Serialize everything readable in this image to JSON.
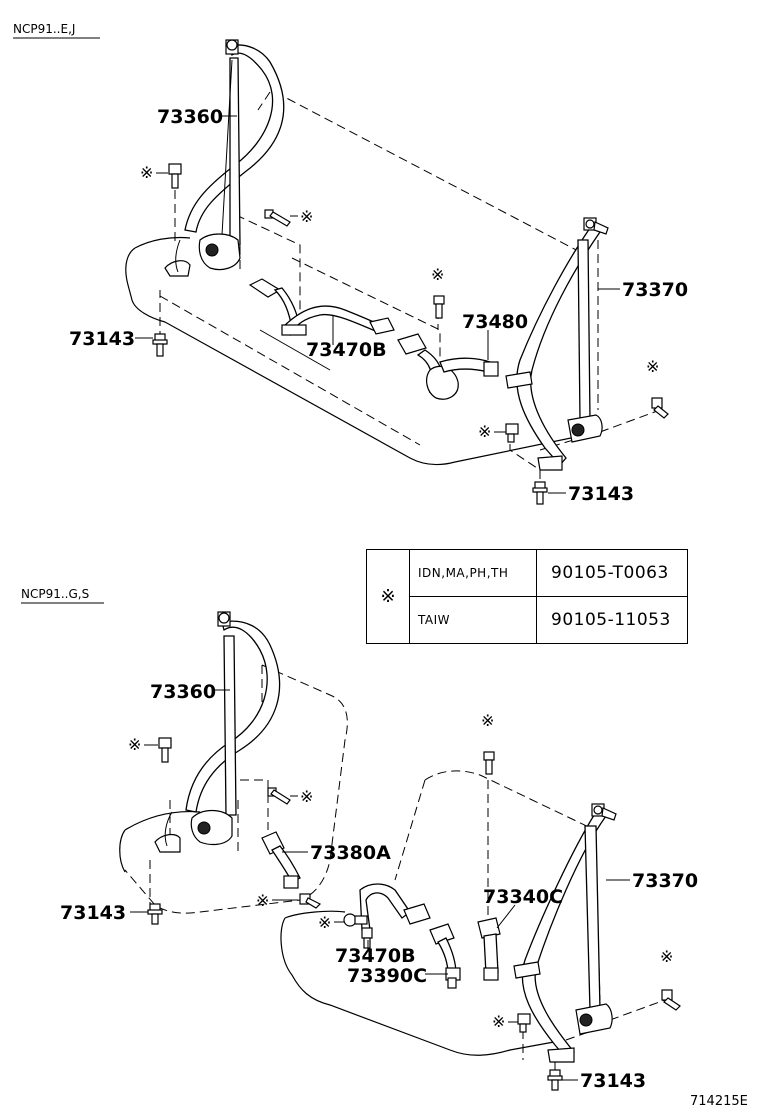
{
  "sections": [
    {
      "model": "NCP91..E,J"
    },
    {
      "model": "NCP91..G,S"
    }
  ],
  "top_labels": {
    "p73360": "73360",
    "p73370": "73370",
    "p73480": "73480",
    "p73470b": "73470B",
    "p73143_left": "73143",
    "p73143_right": "73143"
  },
  "bottom_labels": {
    "p73360": "73360",
    "p73370": "73370",
    "p73380a": "73380A",
    "p73340c": "73340C",
    "p73470b": "73470B",
    "p73390c": "73390C",
    "p73143_left": "73143",
    "p73143_right": "73143"
  },
  "mark_symbol": "※",
  "legend": {
    "symbol": "※",
    "rows": [
      {
        "region": "IDN,MA,PH,TH",
        "part_number": "90105-T0063"
      },
      {
        "region": "TAIW",
        "part_number": "90105-11053"
      }
    ]
  },
  "figure_code": "714215E"
}
